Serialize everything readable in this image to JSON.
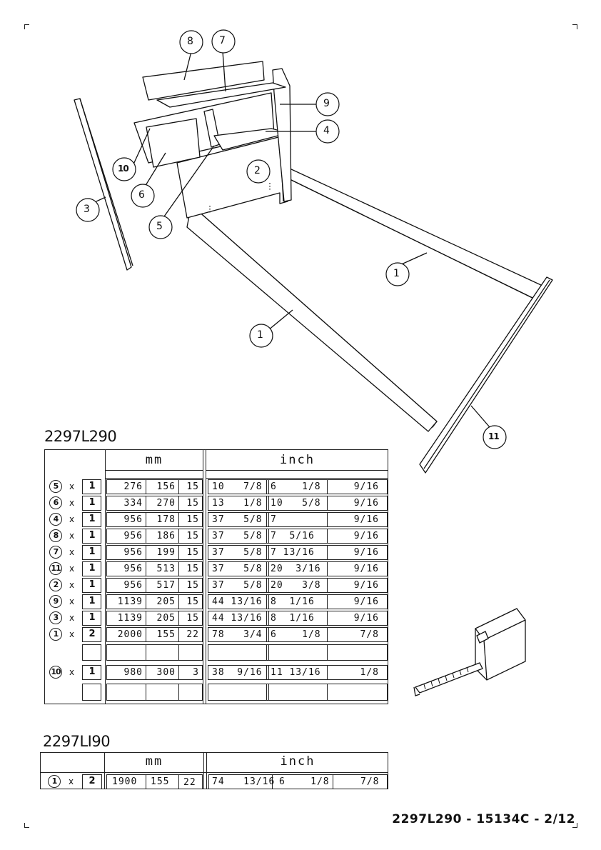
{
  "diagram": {
    "callouts": [
      "8",
      "7",
      "9",
      "4",
      "10",
      "2",
      "6",
      "3",
      "5",
      "1",
      "1",
      "11"
    ]
  },
  "table1": {
    "title": "2297L290",
    "unit_mm": "mm",
    "unit_inch": "inch",
    "rows": [
      {
        "part": "5",
        "x": "x",
        "qty": "1",
        "mm": [
          "276",
          "156",
          "15"
        ],
        "inch": [
          "10   7/8",
          "6    1/8",
          "9/16"
        ]
      },
      {
        "part": "6",
        "x": "x",
        "qty": "1",
        "mm": [
          "334",
          "270",
          "15"
        ],
        "inch": [
          "13   1/8",
          "10   5/8",
          "9/16"
        ]
      },
      {
        "part": "4",
        "x": "x",
        "qty": "1",
        "mm": [
          "956",
          "178",
          "15"
        ],
        "inch": [
          "37   5/8",
          "7",
          "9/16"
        ]
      },
      {
        "part": "8",
        "x": "x",
        "qty": "1",
        "mm": [
          "956",
          "186",
          "15"
        ],
        "inch": [
          "37   5/8",
          "7  5/16",
          "9/16"
        ]
      },
      {
        "part": "7",
        "x": "x",
        "qty": "1",
        "mm": [
          "956",
          "199",
          "15"
        ],
        "inch": [
          "37   5/8",
          "7 13/16",
          "9/16"
        ]
      },
      {
        "part": "11",
        "x": "x",
        "qty": "1",
        "mm": [
          "956",
          "513",
          "15"
        ],
        "inch": [
          "37   5/8",
          "20  3/16",
          "9/16"
        ]
      },
      {
        "part": "2",
        "x": "x",
        "qty": "1",
        "mm": [
          "956",
          "517",
          "15"
        ],
        "inch": [
          "37   5/8",
          "20   3/8",
          "9/16"
        ]
      },
      {
        "part": "9",
        "x": "x",
        "qty": "1",
        "mm": [
          "1139",
          "205",
          "15"
        ],
        "inch": [
          "44 13/16",
          "8  1/16",
          "9/16"
        ]
      },
      {
        "part": "3",
        "x": "x",
        "qty": "1",
        "mm": [
          "1139",
          "205",
          "15"
        ],
        "inch": [
          "44 13/16",
          "8  1/16",
          "9/16"
        ]
      },
      {
        "part": "1",
        "x": "x",
        "qty": "2",
        "mm": [
          "2000",
          "155",
          "22"
        ],
        "inch": [
          "78   3/4",
          "6    1/8",
          "7/8"
        ]
      }
    ],
    "row10": {
      "part": "10",
      "x": "x",
      "qty": "1",
      "mm": [
        "980",
        "300",
        "3"
      ],
      "inch": [
        "38  9/16",
        "11 13/16",
        "1/8"
      ]
    }
  },
  "table2": {
    "title": "2297LI90",
    "unit_mm": "mm",
    "unit_inch": "inch",
    "row": {
      "part": "1",
      "x": "x",
      "qty": "2",
      "mm": [
        "1900",
        "155",
        "22"
      ],
      "inch": [
        "74   13/16",
        "6    1/8",
        "7/8"
      ]
    }
  },
  "footer": "2297L290  -  15134C  -  2/12"
}
